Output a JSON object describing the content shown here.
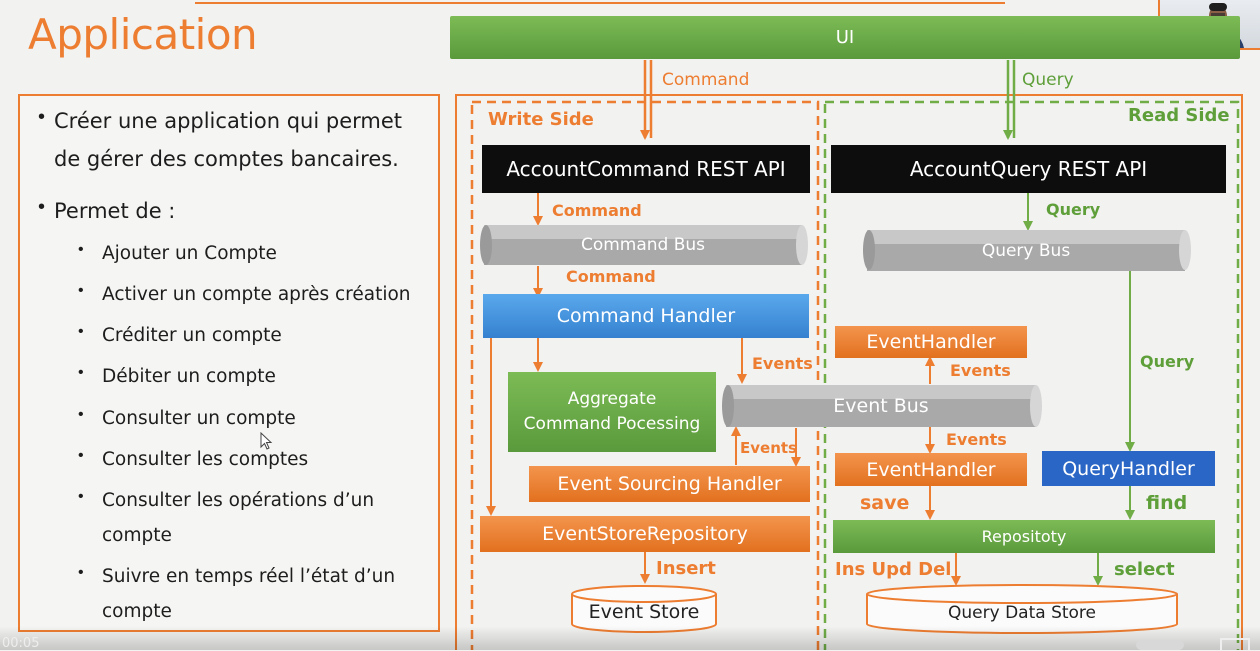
{
  "slide": {
    "title": "Application"
  },
  "diagram": {
    "ui_label": "UI",
    "top_command_label": "Command",
    "top_query_label": "Query",
    "write_side_label": "Write Side",
    "read_side_label": "Read Side",
    "write": {
      "rest_api": "AccountCommand REST API",
      "command_label_1": "Command",
      "command_bus": "Command Bus",
      "command_label_2": "Command",
      "command_handler": "Command Handler",
      "events_label_1": "Events",
      "aggregate_line1": "Aggregate",
      "aggregate_line2": "Command Pocessing",
      "events_label_2": "Events",
      "event_sourcing_handler": "Event Sourcing Handler",
      "event_store_repository": "EventStoreRepository",
      "insert_label": "Insert",
      "event_store": "Event Store"
    },
    "shared": {
      "event_bus": "Event Bus"
    },
    "read": {
      "rest_api": "AccountQuery REST API",
      "query_label_1": "Query",
      "query_bus": "Query Bus",
      "query_label_2": "Query",
      "event_handler_top": "EventHandler",
      "events_label_up": "Events",
      "events_label_down": "Events",
      "event_handler_bottom": "EventHandler",
      "query_handler": "QueryHandler",
      "save_label": "save",
      "find_label": "find",
      "repository": "Repositoty",
      "ins_upd_del_label": "Ins Upd Del",
      "select_label": "select",
      "query_data_store": "Query Data Store"
    },
    "colors": {
      "orange": "#ED7D31",
      "green": "#70AD47",
      "black": "#0d0d0d",
      "blue": "#3581d0",
      "gray": "#b0b0b0"
    }
  },
  "bullets": [
    "Créer une application qui permet de gérer des comptes bancaires.",
    "Permet de :"
  ],
  "bullet_first": {
    "line1": "Créer une application qui permet",
    "line2": "de gérer des comptes bancaires."
  },
  "bullet_second": "Permet de :",
  "sub_bullets": {
    "s1": "Ajouter un Compte",
    "s2": "Activer un compte après création",
    "s3": "Créditer un compte",
    "s4": "Débiter un compte",
    "s5": "Consulter un compte",
    "s6": "Consulter les comptes",
    "s7_line1": "Consulter les opérations d’un",
    "s7_line2": "compte",
    "s8_line1": "Suivre en temps réel l’état d’un",
    "s8_line2": "compte"
  },
  "video": {
    "timecode": "00:05"
  }
}
